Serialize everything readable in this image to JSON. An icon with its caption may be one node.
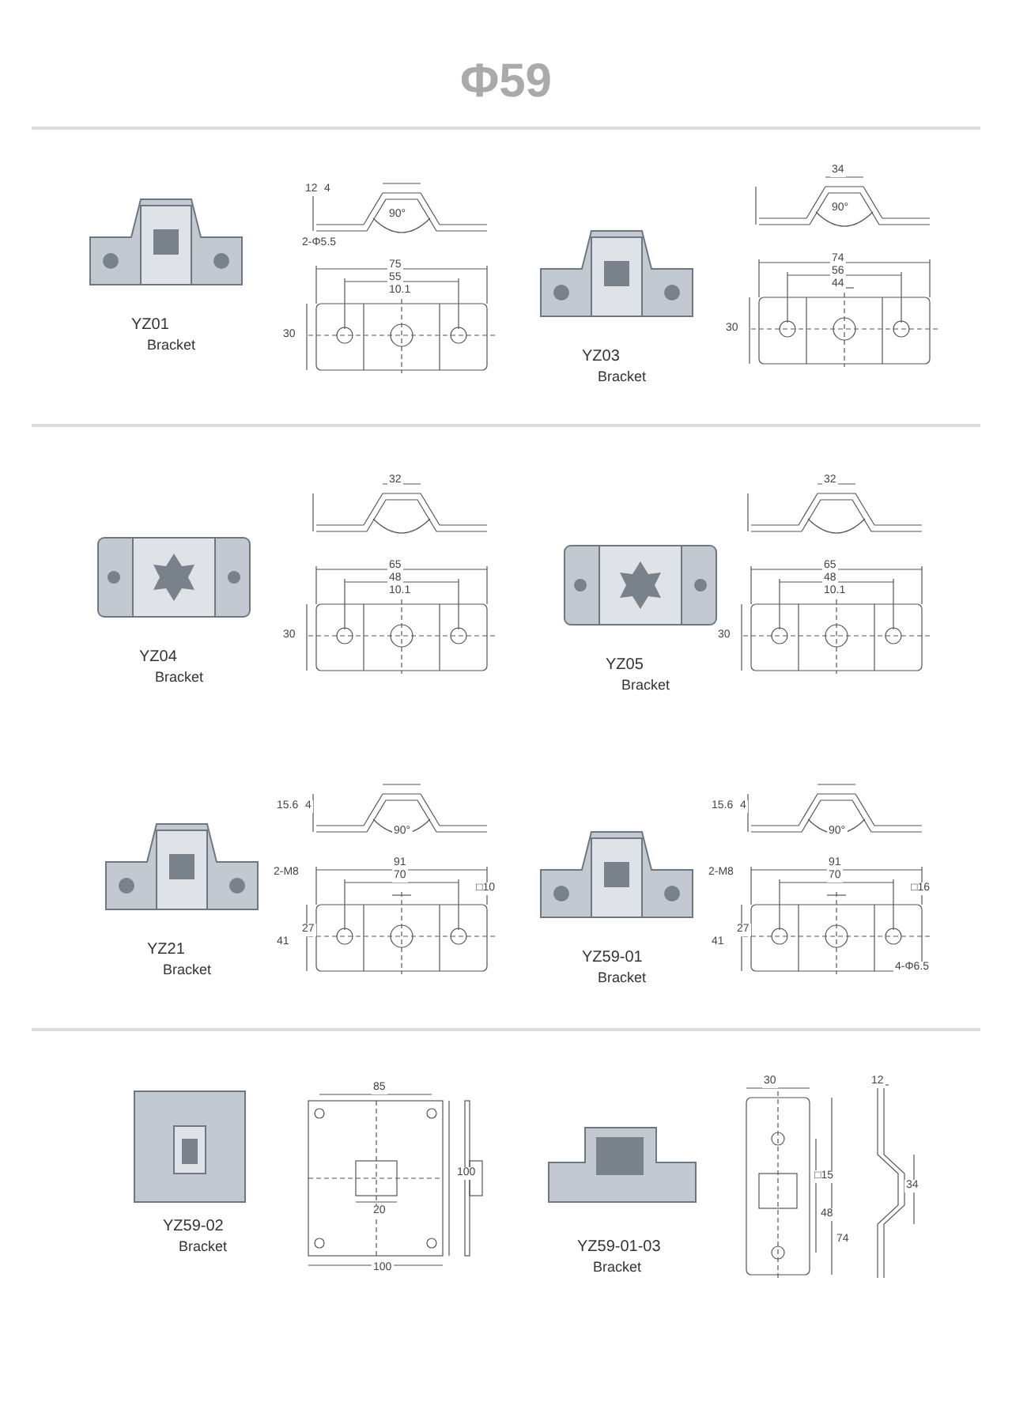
{
  "diagram": {
    "title": "Φ59",
    "labels": [
      "YZ01",
      "Bracket",
      "12",
      "4",
      "90°",
      "2-Φ5.5",
      "75",
      "55",
      "10.1",
      "30",
      "YZ03",
      "Bracket",
      "34",
      "90°",
      "74",
      "56",
      "44",
      "30",
      "YZ04",
      "Bracket",
      "32",
      "65",
      "48",
      "10.1",
      "30",
      "YZ05",
      "Bracket",
      "32",
      "65",
      "48",
      "10.1",
      "30",
      "YZ21",
      "Bracket",
      "15.6",
      "4",
      "90°",
      "91",
      "70",
      "□10",
      "2-M8",
      "41",
      "27",
      "YZ59-01",
      "Bracket",
      "15.6",
      "4",
      "90°",
      "91",
      "70",
      "□16",
      "2-M8",
      "41",
      "27",
      "4-Φ6.5",
      "YZ59-02",
      "Bracket",
      "85",
      "100",
      "100",
      "20",
      "YZ59-01-03",
      "Bracket",
      "30",
      "12",
      "□15",
      "48",
      "74",
      "34"
    ]
  }
}
